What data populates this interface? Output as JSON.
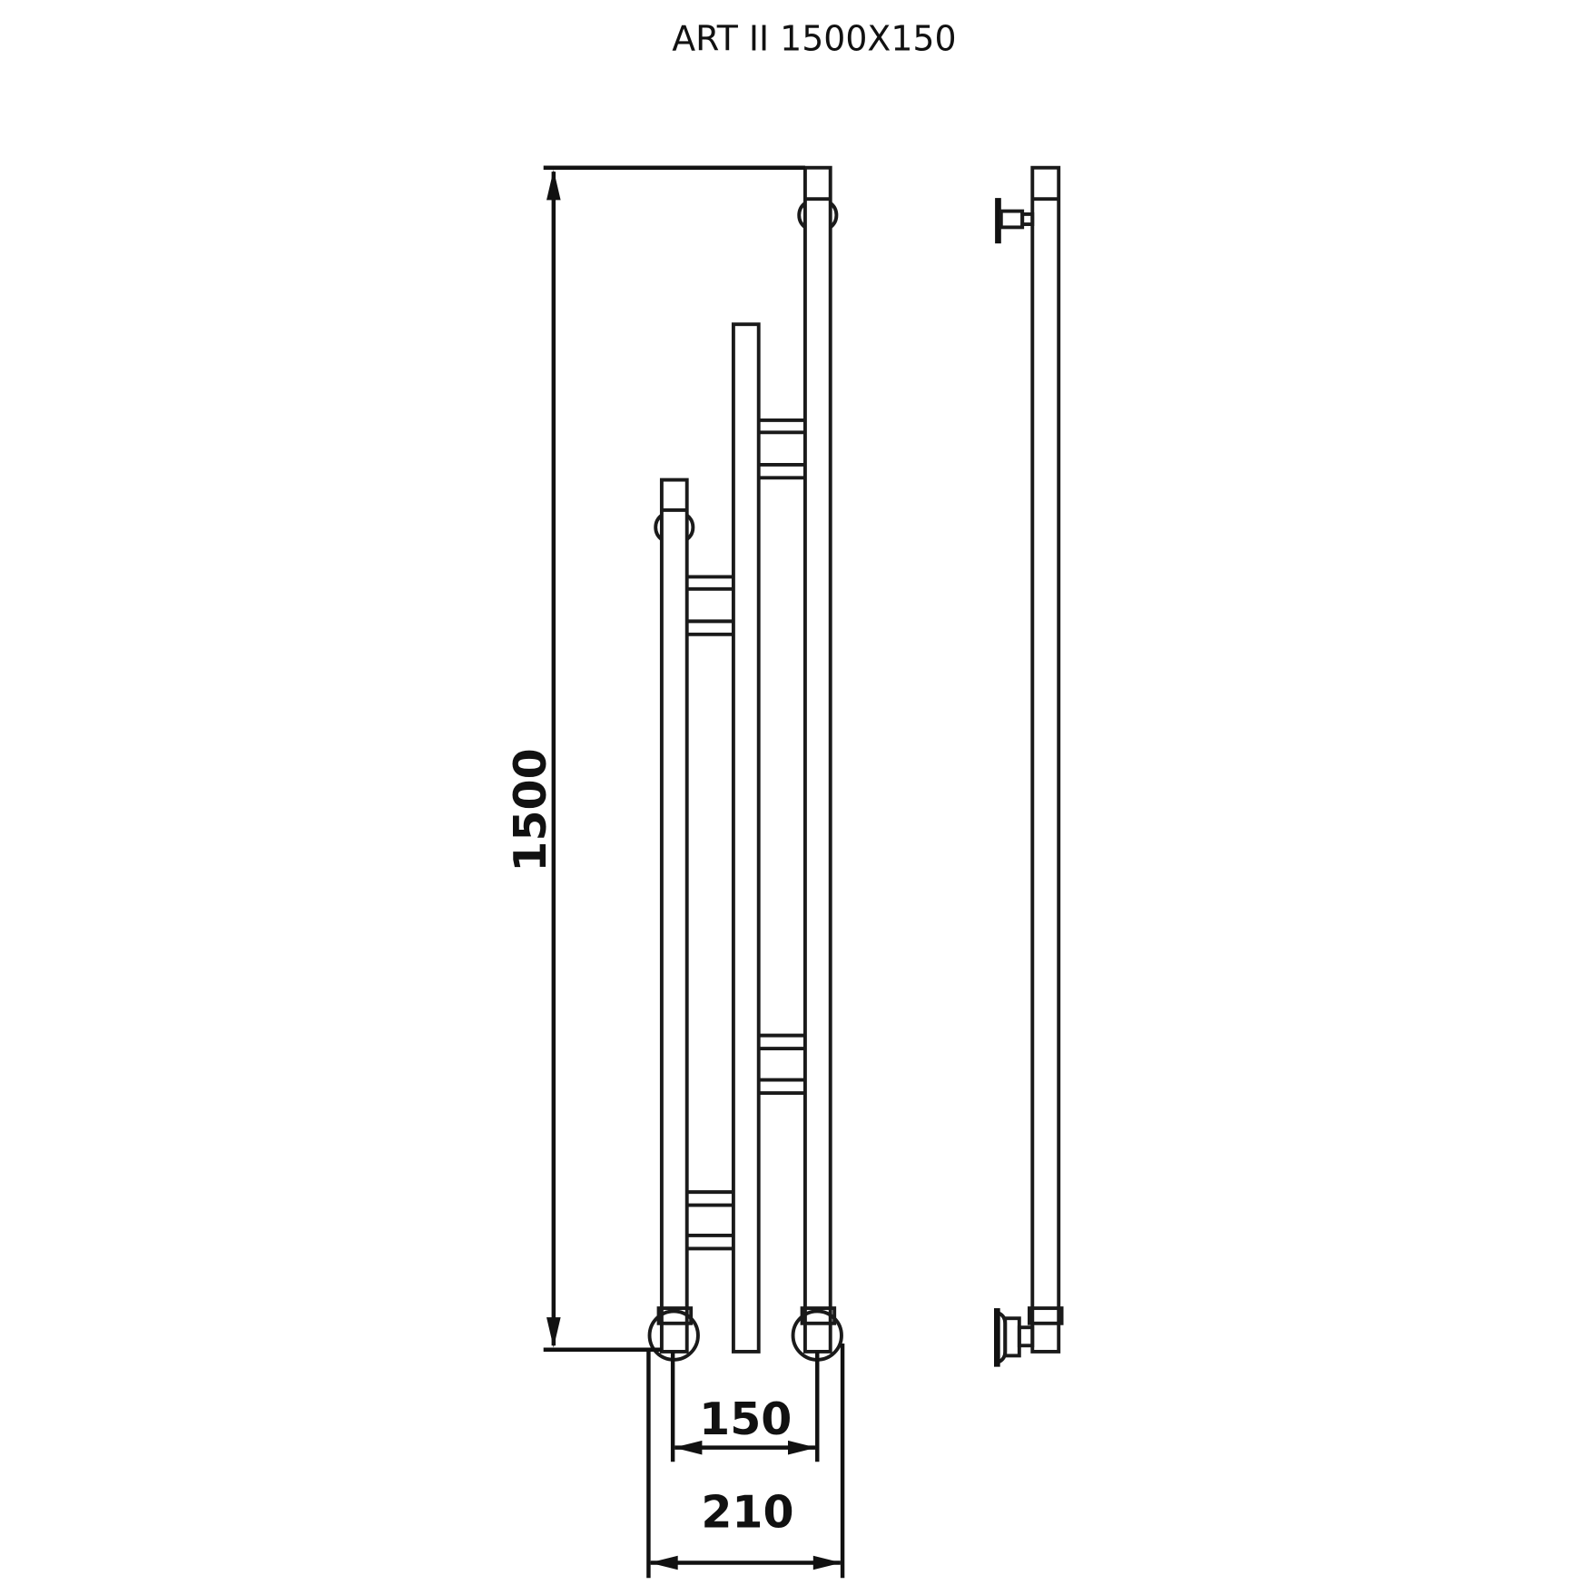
{
  "title": "ART II 1500X150",
  "dimensions": {
    "height": "1500",
    "center_distance": "150",
    "overall_width": "210"
  },
  "colors": {
    "line": "#1a1a1a",
    "background": "#ffffff"
  }
}
